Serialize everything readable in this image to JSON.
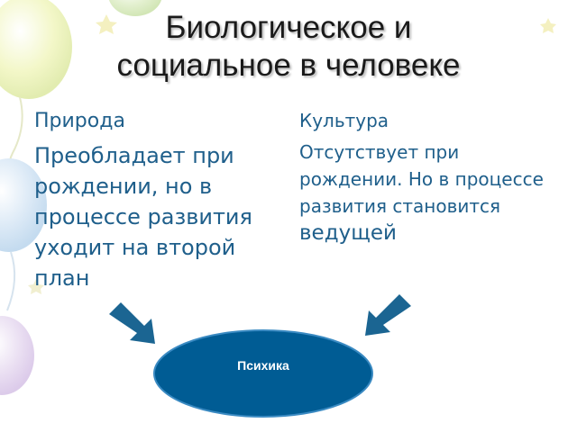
{
  "slide": {
    "title_line1": "Биологическое и",
    "title_line2": "социальное в человеке",
    "left": {
      "heading": "Природа",
      "body": "Преобладает при рождении, но в процессе развития уходит на второй план"
    },
    "right": {
      "heading": "Культура",
      "body_start": "Отсутствует при рождении. Но в процессе развития становится",
      "body_end": "ведущей"
    },
    "center_label": "Психика"
  },
  "colors": {
    "text_blue": "#1f5f8b",
    "ellipse_fill": "#005c94",
    "arrow_fill": "#1b6592",
    "title_text": "#1a1a1a"
  }
}
